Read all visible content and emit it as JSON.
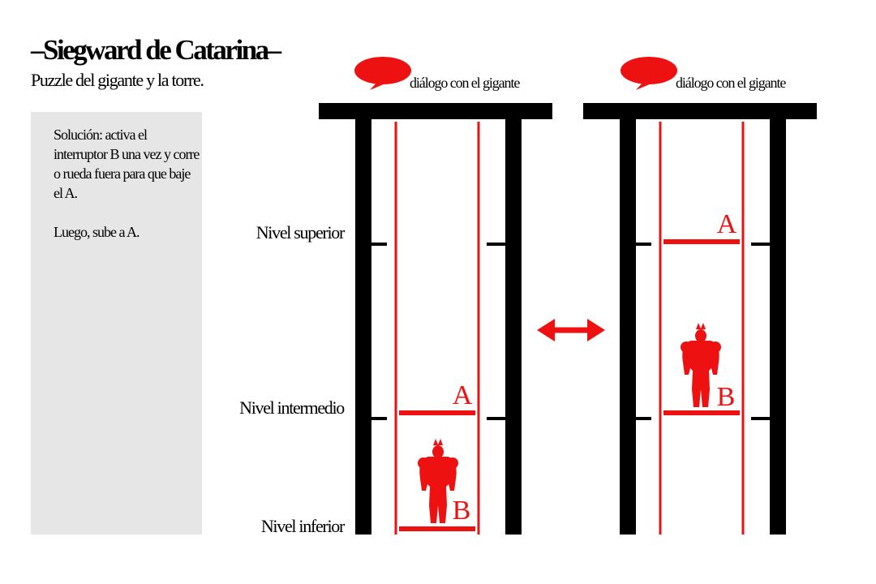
{
  "header": {
    "title": "–Siegward de Catarina–",
    "subtitle": "Puzzle del gigante y la torre."
  },
  "solution": {
    "line1": "Solución: activa el interruptor B una vez y corre o rueda fuera para que baje el A.",
    "line2": "Luego, sube a A."
  },
  "levels": {
    "top": "Nivel superior",
    "middle": "Nivel intermedio",
    "bottom": "Nivel inferior"
  },
  "dialogue_label": "diálogo con el gigante",
  "elevator_a_label": "A",
  "elevator_b_label": "B",
  "colors": {
    "accent": "#ee1111",
    "structure": "#000000",
    "panel": "#e6e6e6"
  },
  "icons": [
    "speech-bubble-icon",
    "double-arrow-icon",
    "giant-silhouette-icon"
  ]
}
